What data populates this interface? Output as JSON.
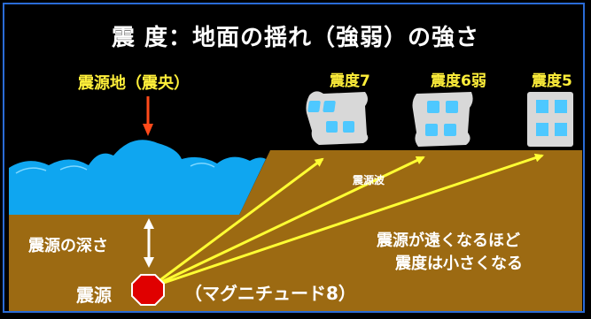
{
  "title": "震 度：地面の揺れ（強弱）の強さ",
  "labels": {
    "epicenter": "震源地（震央）",
    "intensity_7": "震度7",
    "intensity_6weak": "震度6弱",
    "intensity_5": "震度5",
    "seismic_wave": "震源波",
    "depth": "震源の深さ",
    "note_line1": "震源が遠くなるほど",
    "note_line2": "震度は小さくなる",
    "hypocenter": "震源",
    "magnitude": "（マグニチュード8）"
  },
  "colors": {
    "background": "#000000",
    "ground": "#9c6a12",
    "sea": "#0fa6f0",
    "arrow": "#ffff33",
    "epicenter_arrow": "#ff4a1a",
    "hypocenter": "#e00000",
    "title_text": "#ffffff",
    "highlight_text": "#ffef3a",
    "building": "#d8d8d8",
    "window": "#4ec8ff"
  },
  "icons": [
    "epicenter-arrow-icon",
    "depth-arrow-icon",
    "hypocenter-circle-icon",
    "building-icon"
  ]
}
